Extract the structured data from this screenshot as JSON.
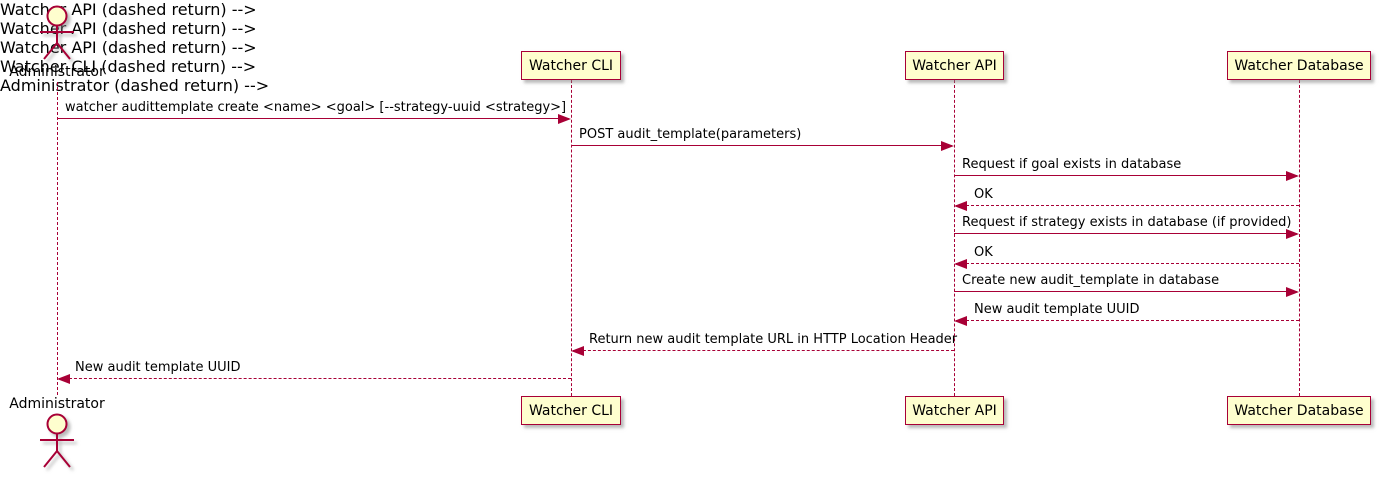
{
  "diagram": {
    "type": "sequence",
    "background": "#FFFFFF",
    "colors": {
      "participant_fill": "#FEFECE",
      "border": "#A80036",
      "arrow": "#A80036",
      "lifeline": "#A80036",
      "text": "#000000"
    },
    "participants": [
      {
        "name": "Administrator",
        "kind": "actor"
      },
      {
        "name": "Watcher CLI",
        "kind": "participant"
      },
      {
        "name": "Watcher API",
        "kind": "participant"
      },
      {
        "name": "Watcher Database",
        "kind": "participant"
      }
    ],
    "messages": [
      {
        "from": "Administrator",
        "to": "Watcher CLI",
        "line": "solid",
        "label": "watcher audittemplate create <name> <goal> [--strategy-uuid <strategy>]"
      },
      {
        "from": "Watcher CLI",
        "to": "Watcher API",
        "line": "solid",
        "label": "POST audit_template(parameters)"
      },
      {
        "from": "Watcher API",
        "to": "Watcher Database",
        "line": "solid",
        "label": "Request if goal exists in database"
      },
      {
        "from": "Watcher Database",
        "to": "Watcher API",
        "line": "dashed",
        "label": "OK"
      },
      {
        "from": "Watcher API",
        "to": "Watcher Database",
        "line": "solid",
        "label": "Request if strategy exists in database (if provided)"
      },
      {
        "from": "Watcher Database",
        "to": "Watcher API",
        "line": "dashed",
        "label": "OK"
      },
      {
        "from": "Watcher API",
        "to": "Watcher Database",
        "line": "solid",
        "label": "Create new audit_template in database"
      },
      {
        "from": "Watcher Database",
        "to": "Watcher API",
        "line": "dashed",
        "label": "New audit template UUID"
      },
      {
        "from": "Watcher API",
        "to": "Watcher CLI",
        "line": "dashed",
        "label": "Return new audit template URL in HTTP Location Header"
      },
      {
        "from": "Watcher CLI",
        "to": "Administrator",
        "line": "dashed",
        "label": "New audit template UUID"
      }
    ]
  }
}
